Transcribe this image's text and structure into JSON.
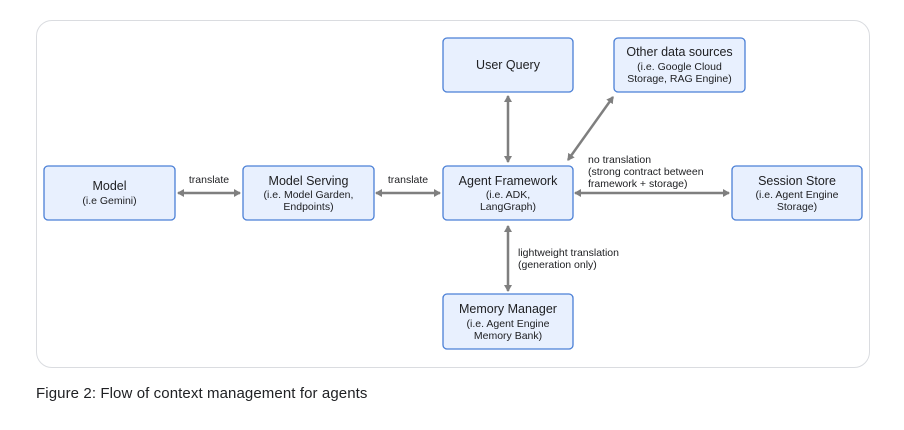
{
  "nodes": {
    "model": {
      "title": "Model",
      "sub": [
        "(i.e Gemini)"
      ]
    },
    "model_serving": {
      "title": "Model Serving",
      "sub": [
        "(i.e. Model Garden,",
        "Endpoints)"
      ]
    },
    "agent_framework": {
      "title": "Agent Framework",
      "sub": [
        "(i.e. ADK,",
        "LangGraph)"
      ]
    },
    "user_query": {
      "title": "User Query",
      "sub": []
    },
    "other_sources": {
      "title": "Other data sources",
      "sub": [
        "(i.e. Google Cloud",
        "Storage, RAG Engine)"
      ]
    },
    "session_store": {
      "title": "Session Store",
      "sub": [
        "(i.e. Agent Engine",
        "Storage)"
      ]
    },
    "memory_manager": {
      "title": "Memory Manager",
      "sub": [
        "(i.e. Agent Engine",
        "Memory Bank)"
      ]
    }
  },
  "edges": {
    "model_serving": [
      "translate"
    ],
    "serving_framework": [
      "translate"
    ],
    "framework_session": [
      "no translation",
      "(strong contract between",
      "framework + storage)"
    ],
    "framework_memory": [
      "lightweight translation",
      "(generation only)"
    ]
  },
  "caption": "Figure 2: Flow of context management for agents",
  "colors": {
    "box_fill": "#e8f0fe",
    "box_stroke": "#4a7fd6",
    "arrow": "#7f7f7f",
    "frame_border": "#dadce0"
  }
}
